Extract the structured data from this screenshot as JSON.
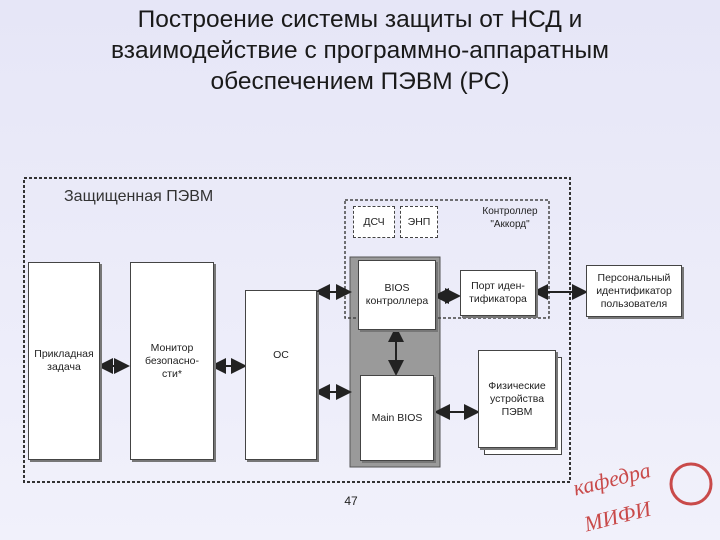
{
  "title": {
    "line1": "Построение системы  защиты от НСД и",
    "line2": "взаимодействие с программно-аппаратным",
    "line3": "обеспечением ПЭВМ (РС)"
  },
  "diagram": {
    "protected_pc_label": "Защищенная ПЭВМ",
    "controller_label_1": "Контроллер",
    "controller_label_2": "\"Аккорд\"",
    "dsch": "ДСЧ",
    "enp": "ЭНП",
    "bios_ctrl_1": "BIOS",
    "bios_ctrl_2": "контроллера",
    "port_1": "Порт иден-",
    "port_2": "тификатора",
    "personal_id_1": "Персональный",
    "personal_id_2": "идентификатор",
    "personal_id_3": "пользователя",
    "app_task_1": "Прикладная",
    "app_task_2": "задача",
    "monitor_1": "Монитор",
    "monitor_2": "безопасно-",
    "monitor_3": "сти*",
    "os": "ОС",
    "main_bios": "Main BIOS",
    "physical_1": "Физические",
    "physical_2": "устройства",
    "physical_3": "ПЭВМ"
  },
  "page_number": "47",
  "logo": {
    "text1": "кафедра",
    "text2": "МИФИ",
    "color": "#c94a4a"
  }
}
